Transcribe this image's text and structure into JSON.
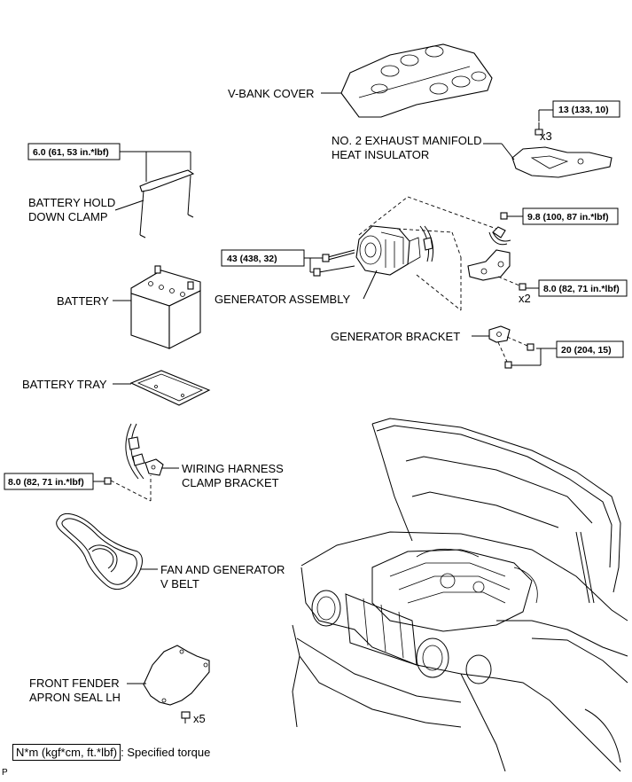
{
  "parts": {
    "v_bank_cover": "V-BANK COVER",
    "exhaust_insulator_line1": "NO. 2 EXHAUST MANIFOLD",
    "exhaust_insulator_line2": "HEAT INSULATOR",
    "battery_hold_line1": "BATTERY HOLD",
    "battery_hold_line2": "DOWN CLAMP",
    "battery": "BATTERY",
    "generator_assembly": "GENERATOR ASSEMBLY",
    "generator_bracket": "GENERATOR BRACKET",
    "battery_tray": "BATTERY TRAY",
    "wiring_clamp_line1": "WIRING HARNESS",
    "wiring_clamp_line2": "CLAMP BRACKET",
    "fan_belt_line1": "FAN AND GENERATOR",
    "fan_belt_line2": "V BELT",
    "apron_seal_line1": "FRONT FENDER",
    "apron_seal_line2": "APRON SEAL LH"
  },
  "torques": {
    "insulator": "13 (133, 10)",
    "battery_clamp": "6.0 (61, 53 in.*lbf)",
    "bracket_upper": "9.8 (100, 87 in.*lbf)",
    "generator": "43 (438, 32)",
    "bracket_lower": "8.0 (82, 71 in.*lbf)",
    "gen_bracket": "20 (204, 15)",
    "wiring_clamp": "8.0 (82, 71 in.*lbf)"
  },
  "quantities": {
    "insulator_bolts": "x3",
    "bracket_bolts": "x2",
    "apron_clips": "x5"
  },
  "legend": {
    "unit": "N*m (kgf*cm, ft.*lbf)",
    "description": ": Specified torque"
  },
  "footer": "P"
}
